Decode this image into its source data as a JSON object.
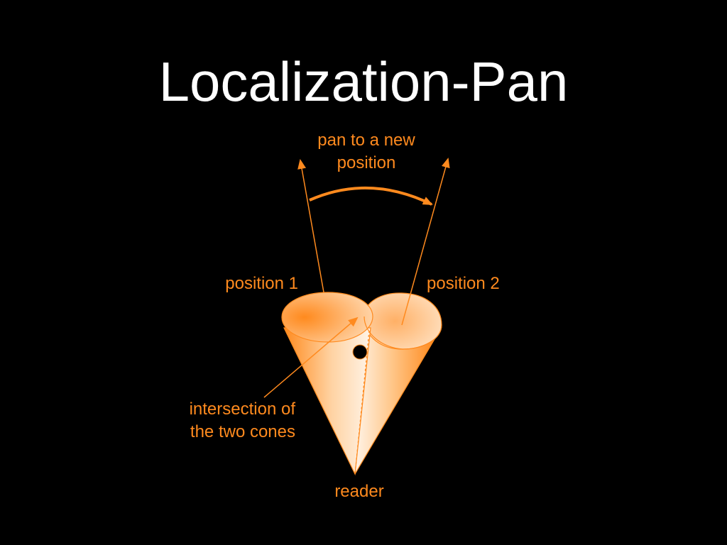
{
  "slide": {
    "title": "Localization-Pan"
  },
  "labels": {
    "pan_line1": "pan to a new",
    "pan_line2": "position",
    "position1": "position 1",
    "position2": "position 2",
    "intersection_line1": "intersection of",
    "intersection_line2": "the two cones",
    "reader": "reader"
  },
  "colors": {
    "background": "#000000",
    "title": "#ffffff",
    "accent": "#ff8a1e",
    "cone_light": "#fff1e0",
    "cone_dark": "#ff8a1e",
    "intersection_dot": "#000000"
  }
}
